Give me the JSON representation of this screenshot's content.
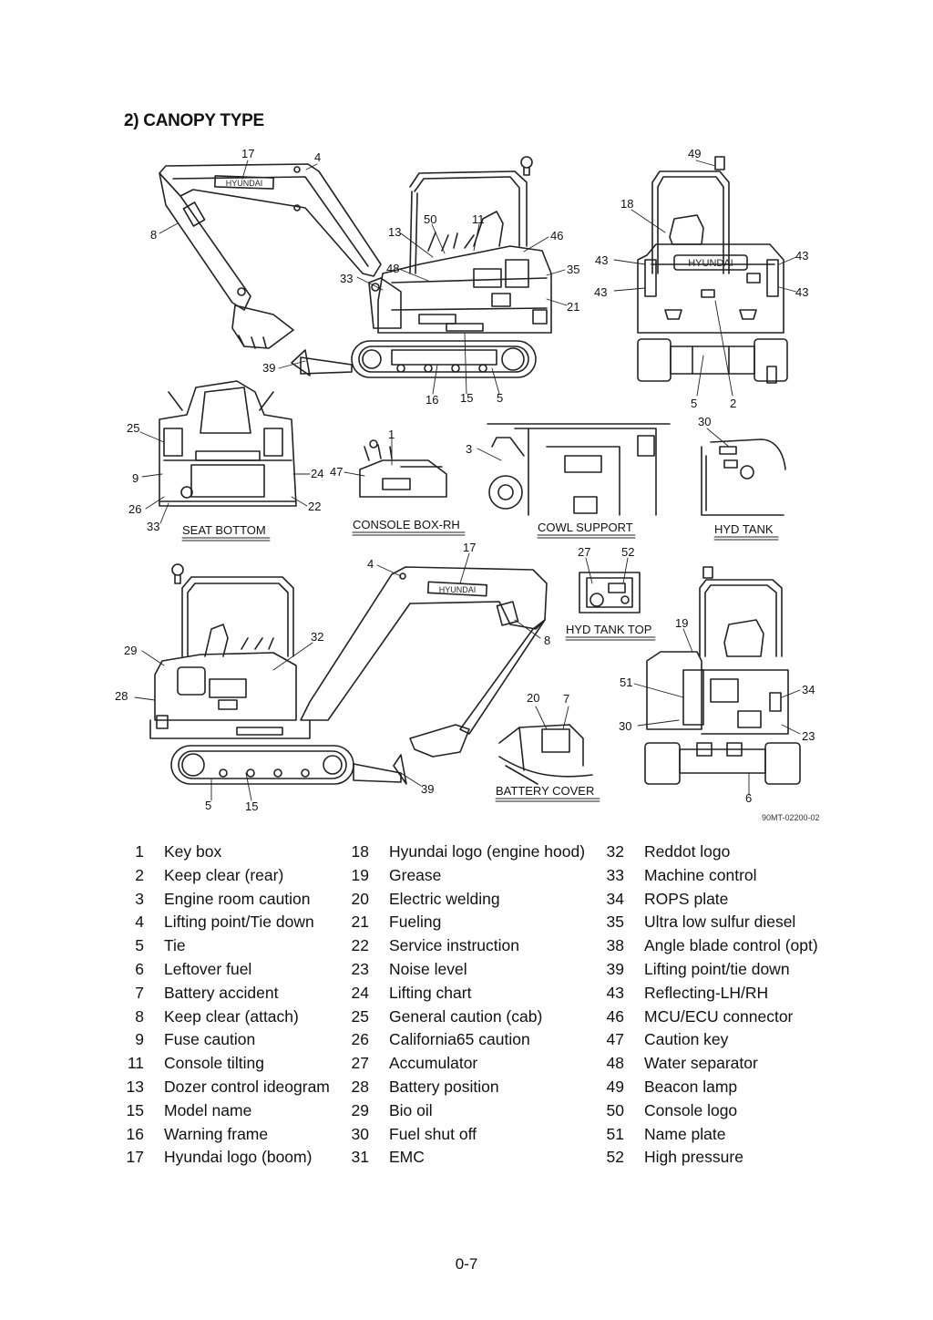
{
  "section_title": "2) CANOPY TYPE",
  "figure": {
    "drawing_id": "90MT-02200-02",
    "captions": {
      "seat_bottom": "SEAT BOTTOM",
      "console_box": "CONSOLE BOX-RH",
      "cowl_support": "COWL SUPPORT",
      "hyd_tank": "HYD TANK",
      "hyd_tank_top": "HYD TANK TOP",
      "battery_cover": "BATTERY COVER"
    },
    "boom_brand": "HYUNDAI",
    "hood_brand": "HYUNDAI",
    "callouts": {
      "c1": "17",
      "c2": "4",
      "c3": "49",
      "c4": "8",
      "c5": "13",
      "c6": "50",
      "c7": "11",
      "c8": "46",
      "c9": "18",
      "c10": "43",
      "c11": "43",
      "c12": "33",
      "c13": "48",
      "c14": "35",
      "c15": "43",
      "c16": "43",
      "c17": "21",
      "c18": "39",
      "c19": "16",
      "c20": "15",
      "c21": "5",
      "c22": "5",
      "c23": "2",
      "c24": "25",
      "c25": "1",
      "c26": "3",
      "c27": "30",
      "c28": "47",
      "c29": "24",
      "c30": "9",
      "c31": "26",
      "c32": "22",
      "c33": "33",
      "c34": "17",
      "c35": "4",
      "c36": "27",
      "c37": "52",
      "c38": "8",
      "c39": "19",
      "c40": "29",
      "c41": "32",
      "c42": "51",
      "c43": "34",
      "c44": "28",
      "c45": "20",
      "c46": "7",
      "c47": "30",
      "c48": "23",
      "c49": "39",
      "c50": "6",
      "c51": "5",
      "c52": "15"
    }
  },
  "legend": {
    "col1": [
      {
        "num": "1",
        "label": "Key box"
      },
      {
        "num": "2",
        "label": "Keep clear (rear)"
      },
      {
        "num": "3",
        "label": "Engine room caution"
      },
      {
        "num": "4",
        "label": "Lifting point/Tie down"
      },
      {
        "num": "5",
        "label": "Tie"
      },
      {
        "num": "6",
        "label": "Leftover fuel"
      },
      {
        "num": "7",
        "label": "Battery accident"
      },
      {
        "num": "8",
        "label": "Keep clear (attach)"
      },
      {
        "num": "9",
        "label": "Fuse caution"
      },
      {
        "num": "11",
        "label": "Console tilting"
      },
      {
        "num": "13",
        "label": "Dozer control ideogram"
      },
      {
        "num": "15",
        "label": "Model name"
      },
      {
        "num": "16",
        "label": "Warning frame"
      },
      {
        "num": "17",
        "label": "Hyundai logo (boom)"
      }
    ],
    "col2": [
      {
        "num": "18",
        "label": "Hyundai logo (engine hood)"
      },
      {
        "num": "19",
        "label": "Grease"
      },
      {
        "num": "20",
        "label": "Electric welding"
      },
      {
        "num": "21",
        "label": "Fueling"
      },
      {
        "num": "22",
        "label": "Service instruction"
      },
      {
        "num": "23",
        "label": "Noise level"
      },
      {
        "num": "24",
        "label": "Lifting chart"
      },
      {
        "num": "25",
        "label": "General caution (cab)"
      },
      {
        "num": "26",
        "label": "California65 caution"
      },
      {
        "num": "27",
        "label": "Accumulator"
      },
      {
        "num": "28",
        "label": "Battery position"
      },
      {
        "num": "29",
        "label": "Bio oil"
      },
      {
        "num": "30",
        "label": "Fuel shut off"
      },
      {
        "num": "31",
        "label": "EMC"
      }
    ],
    "col3": [
      {
        "num": "32",
        "label": "Reddot logo"
      },
      {
        "num": "33",
        "label": "Machine control"
      },
      {
        "num": "34",
        "label": "ROPS plate"
      },
      {
        "num": "35",
        "label": "Ultra low sulfur diesel"
      },
      {
        "num": "38",
        "label": "Angle blade control (opt)"
      },
      {
        "num": "39",
        "label": "Lifting point/tie down"
      },
      {
        "num": "43",
        "label": "Reflecting-LH/RH"
      },
      {
        "num": "46",
        "label": "MCU/ECU connector"
      },
      {
        "num": "47",
        "label": "Caution key"
      },
      {
        "num": "48",
        "label": "Water separator"
      },
      {
        "num": "49",
        "label": "Beacon lamp"
      },
      {
        "num": "50",
        "label": "Console logo"
      },
      {
        "num": "51",
        "label": "Name plate"
      },
      {
        "num": "52",
        "label": "High pressure"
      }
    ]
  },
  "page_number": "0-7"
}
